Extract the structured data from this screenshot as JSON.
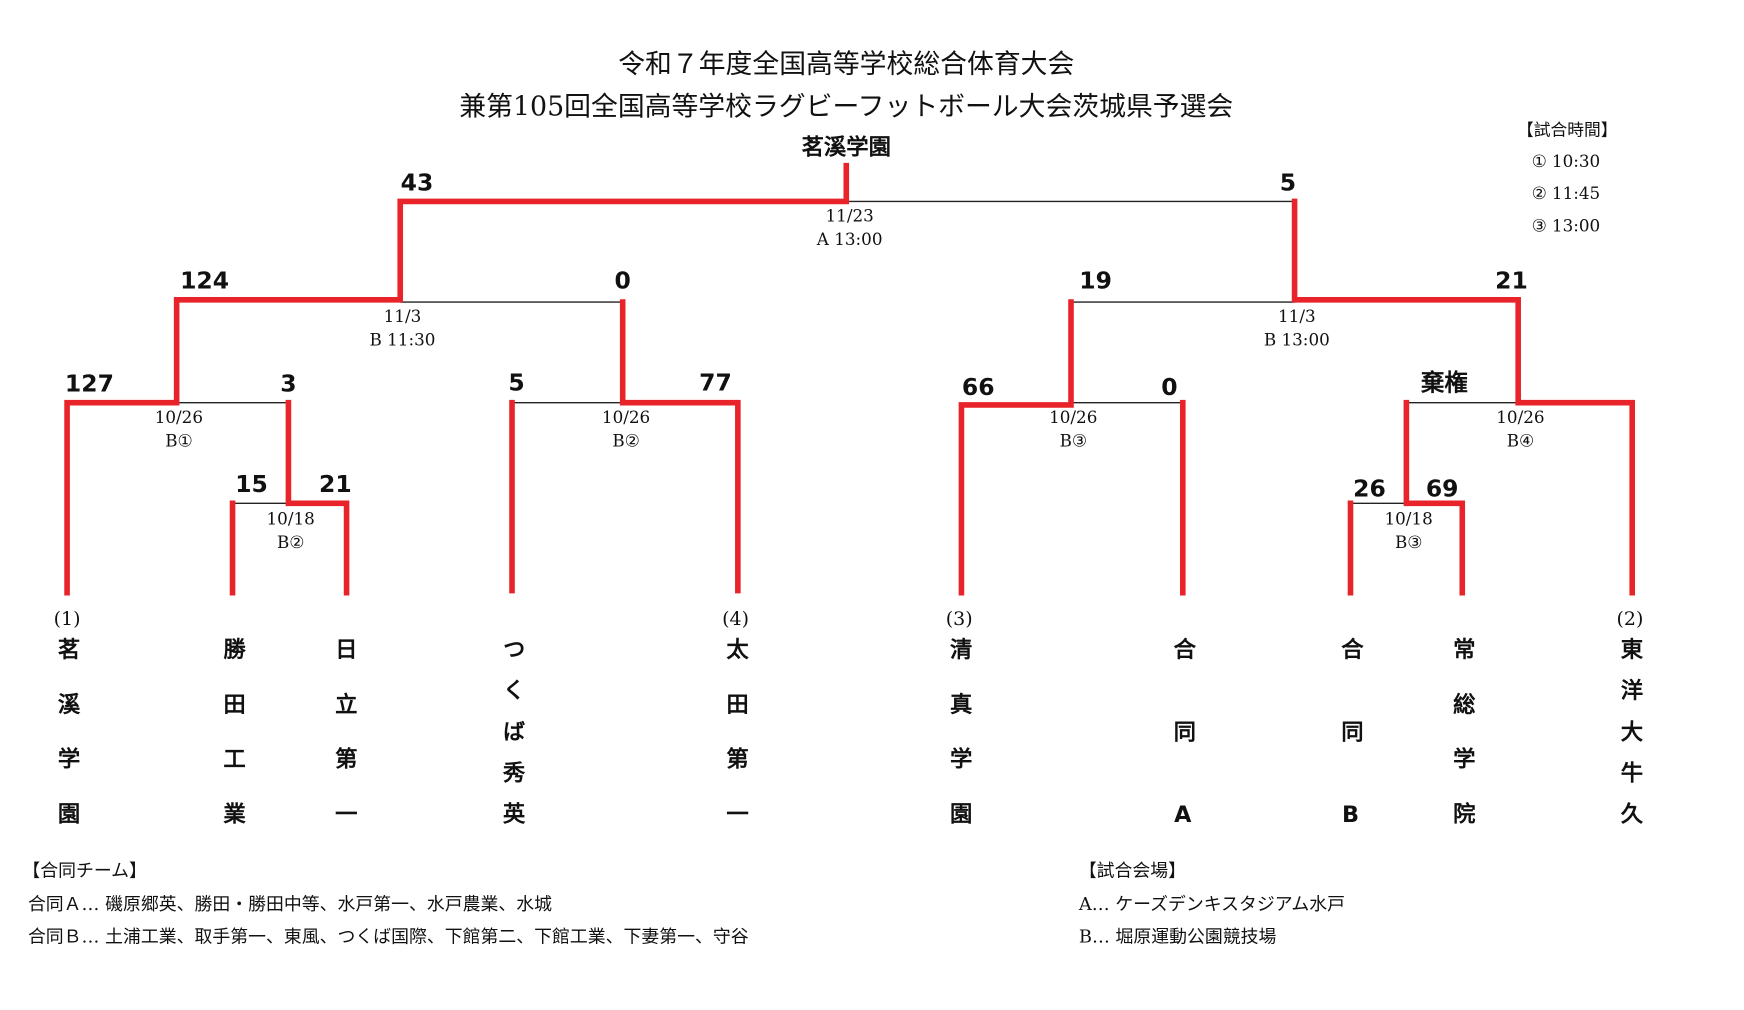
{
  "title": {
    "line1": "令和７年度全国高等学校総合体育大会",
    "line2": "兼第105回全国高等学校ラグビーフットボール大会茨城県予選会"
  },
  "champion": "茗溪学園",
  "colors": {
    "winner_line": "#e8232a",
    "loser_line": "#222222"
  },
  "match_times": {
    "heading": "【試合時間】",
    "items": [
      "① 10:30",
      "② 11:45",
      "③ 13:00"
    ]
  },
  "teams": [
    {
      "name": "茗溪学園",
      "seed": "(1)"
    },
    {
      "name": "勝田工業",
      "seed": ""
    },
    {
      "name": "日立第一",
      "seed": ""
    },
    {
      "name": "つくば秀英",
      "seed": ""
    },
    {
      "name": "太田第一",
      "seed": "(4)"
    },
    {
      "name": "清真学園",
      "seed": "(3)"
    },
    {
      "name": "合同A",
      "seed": ""
    },
    {
      "name": "合同B",
      "seed": ""
    },
    {
      "name": "常総学院",
      "seed": ""
    },
    {
      "name": "東洋大牛久",
      "seed": "(2)"
    }
  ],
  "matches": {
    "r1_left": {
      "score_a": "15",
      "score_b": "21",
      "date": "10/18",
      "slot": "B②"
    },
    "r1_right": {
      "score_a": "26",
      "score_b": "69",
      "date": "10/18",
      "slot": "B③"
    },
    "qf1": {
      "score_a": "127",
      "score_b": "3",
      "date": "10/26",
      "slot": "B①"
    },
    "qf2": {
      "score_a": "5",
      "score_b": "77",
      "date": "10/26",
      "slot": "B②"
    },
    "qf3": {
      "score_a": "66",
      "score_b": "0",
      "date": "10/26",
      "slot": "B③"
    },
    "qf4": {
      "score_a": "棄権",
      "score_b": "",
      "date": "10/26",
      "slot": "B④"
    },
    "sf1": {
      "score_a": "124",
      "score_b": "0",
      "date": "11/3",
      "slot": "B  11:30"
    },
    "sf2": {
      "score_a": "19",
      "score_b": "21",
      "date": "11/3",
      "slot": "B  13:00"
    },
    "final": {
      "score_a": "43",
      "score_b": "5",
      "date": "11/23",
      "slot": "A  13:00"
    }
  },
  "joint_teams": {
    "heading": "【合同チーム】",
    "lines": [
      "合同Ａ… 磯原郷英、勝田・勝田中等、水戸第一、水戸農業、水城",
      "合同Ｂ… 土浦工業、取手第一、東風、つくば国際、下館第二、下館工業、下妻第一、守谷"
    ]
  },
  "venues": {
    "heading": "【試合会場】",
    "lines": [
      "A… ケーズデンキスタジアム水戸",
      "B… 堀原運動公園競技場"
    ]
  }
}
